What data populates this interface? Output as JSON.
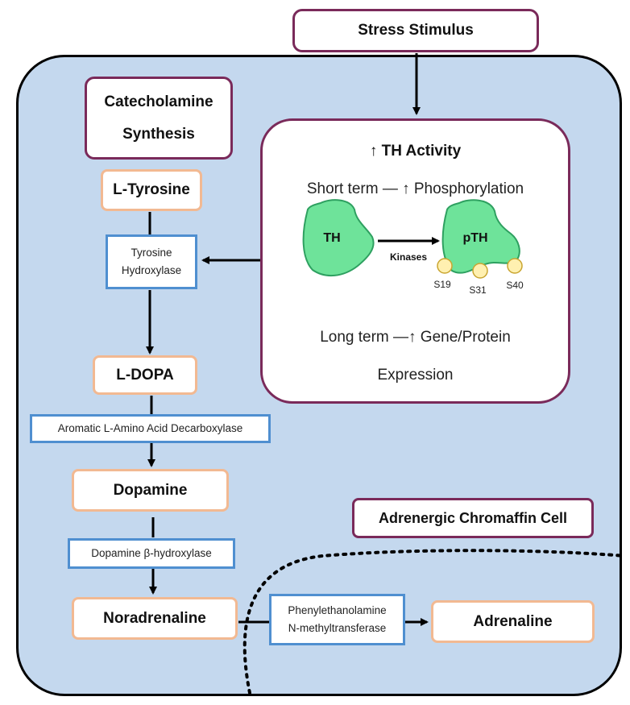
{
  "stress": {
    "label": "Stress Stimulus"
  },
  "synthesis": {
    "label": "Catecholamine\nSynthesis"
  },
  "th_activity": {
    "title": "↑ TH Activity",
    "short_term": "Short term — ↑ Phosphorylation",
    "enzyme_label": "TH",
    "phospho_label": "pTH",
    "kinases_label": "Kinases",
    "sites": [
      "S19",
      "S31",
      "S40"
    ],
    "long_term_line1": "Long term —↑ Gene/Protein",
    "long_term_line2": "Expression"
  },
  "pathway": {
    "tyrosine": "L-Tyrosine",
    "tyrosine_hydroxylase": "Tyrosine\nHydroxylase",
    "ldopa": "L-DOPA",
    "aadc": "Aromatic L-Amino Acid Decarboxylase",
    "dopamine": "Dopamine",
    "dbh": "Dopamine β-hydroxylase",
    "noradrenaline": "Noradrenaline",
    "pnmt": "Phenylethanolamine\nN-methyltransferase",
    "adrenaline": "Adrenaline"
  },
  "cell_label": "Adrenergic Chromaffin Cell",
  "colors": {
    "cell_fill": "#c4d8ee",
    "purple_border": "#7a2a5a",
    "orange_border": "#f2b992",
    "blue_border": "#4f8fd0",
    "enzyme_fill": "#6ee39a",
    "site_fill": "#fff0b0"
  }
}
